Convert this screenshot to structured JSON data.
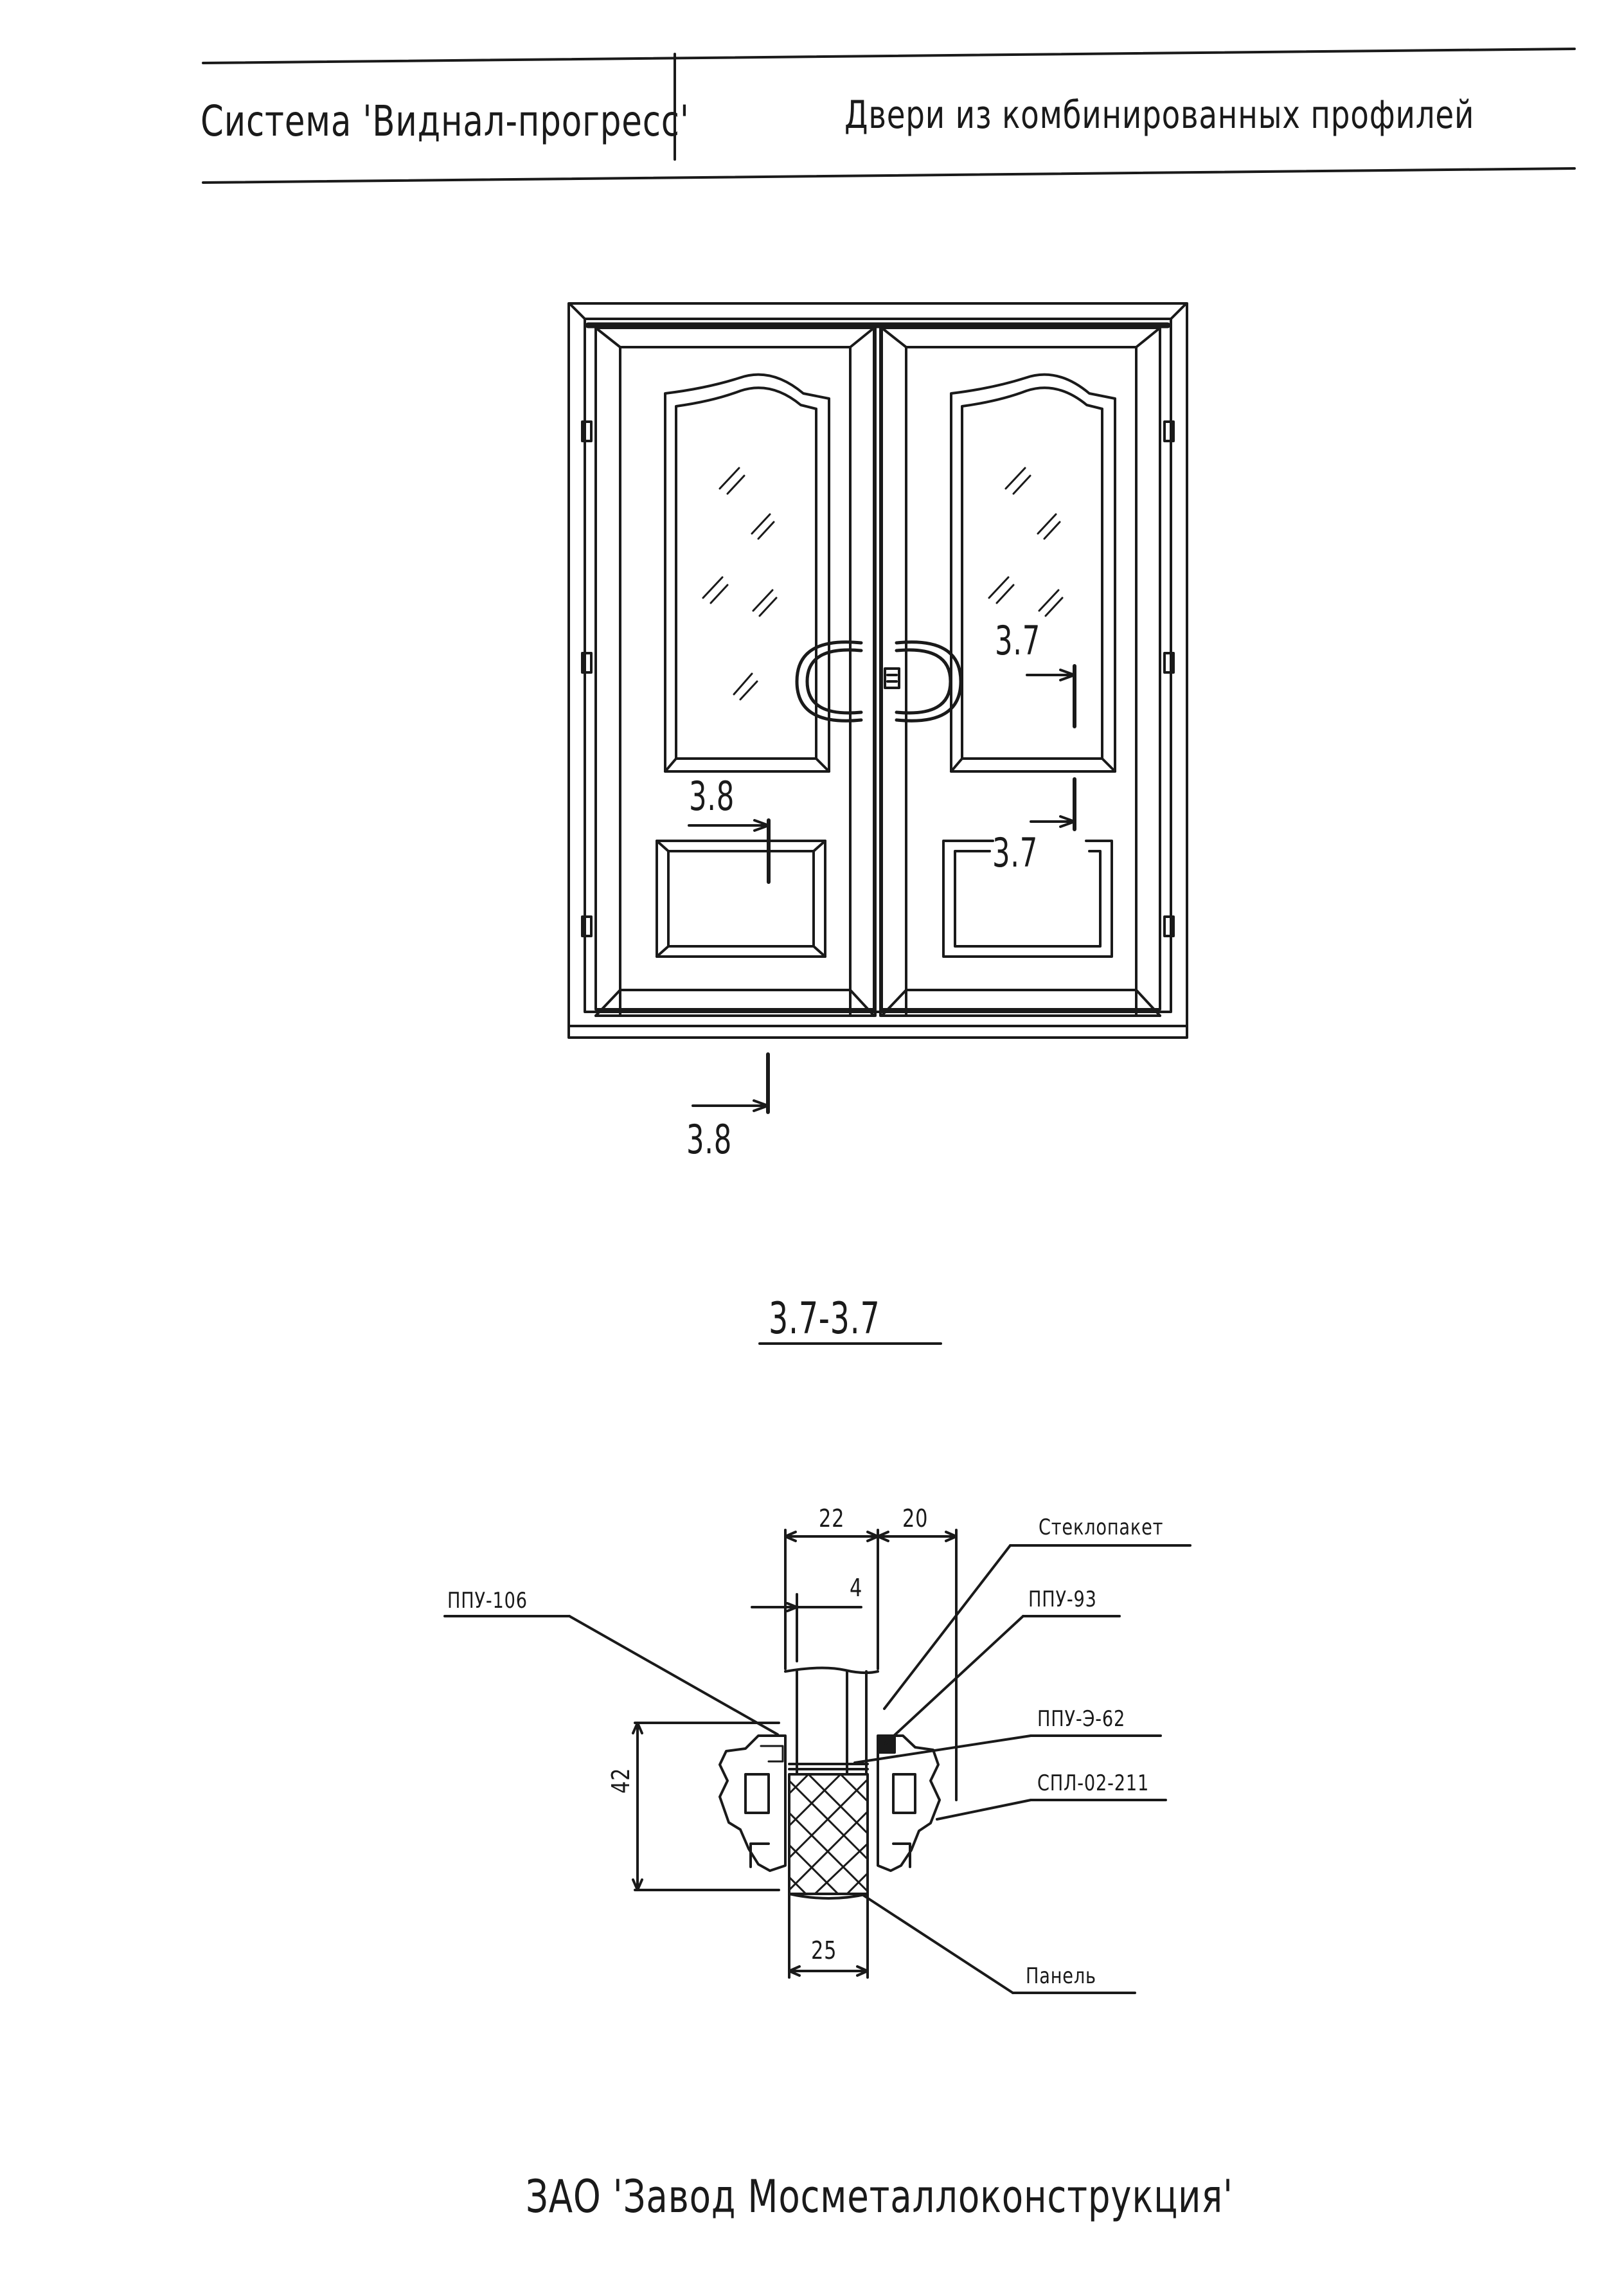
{
  "header": {
    "system_name": "Система 'Виднал-прогресс'",
    "document_title": "Двери из комбинированных профилей"
  },
  "door_view": {
    "cut_marks": {
      "upper_right_label": "3.7",
      "lower_right_label": "3.7",
      "left_label": "3.8",
      "bottom_label": "3.8"
    }
  },
  "section": {
    "title": "3.7-3.7",
    "dimensions": {
      "glass_width": "22",
      "gap_width": "20",
      "offset": "4",
      "profile_height": "42",
      "panel_width": "25"
    },
    "callouts": {
      "glazing_bead": "Стеклопакет",
      "profile_left": "ППУ-106",
      "profile_top_right": "ППУ-93",
      "profile_mid_right": "ППУ-Э-62",
      "profile_low_right": "СПЛ-02-211",
      "panel": "Панель"
    }
  },
  "footer": {
    "company": "ЗАО 'Завод Мосметаллоконструкция'"
  }
}
